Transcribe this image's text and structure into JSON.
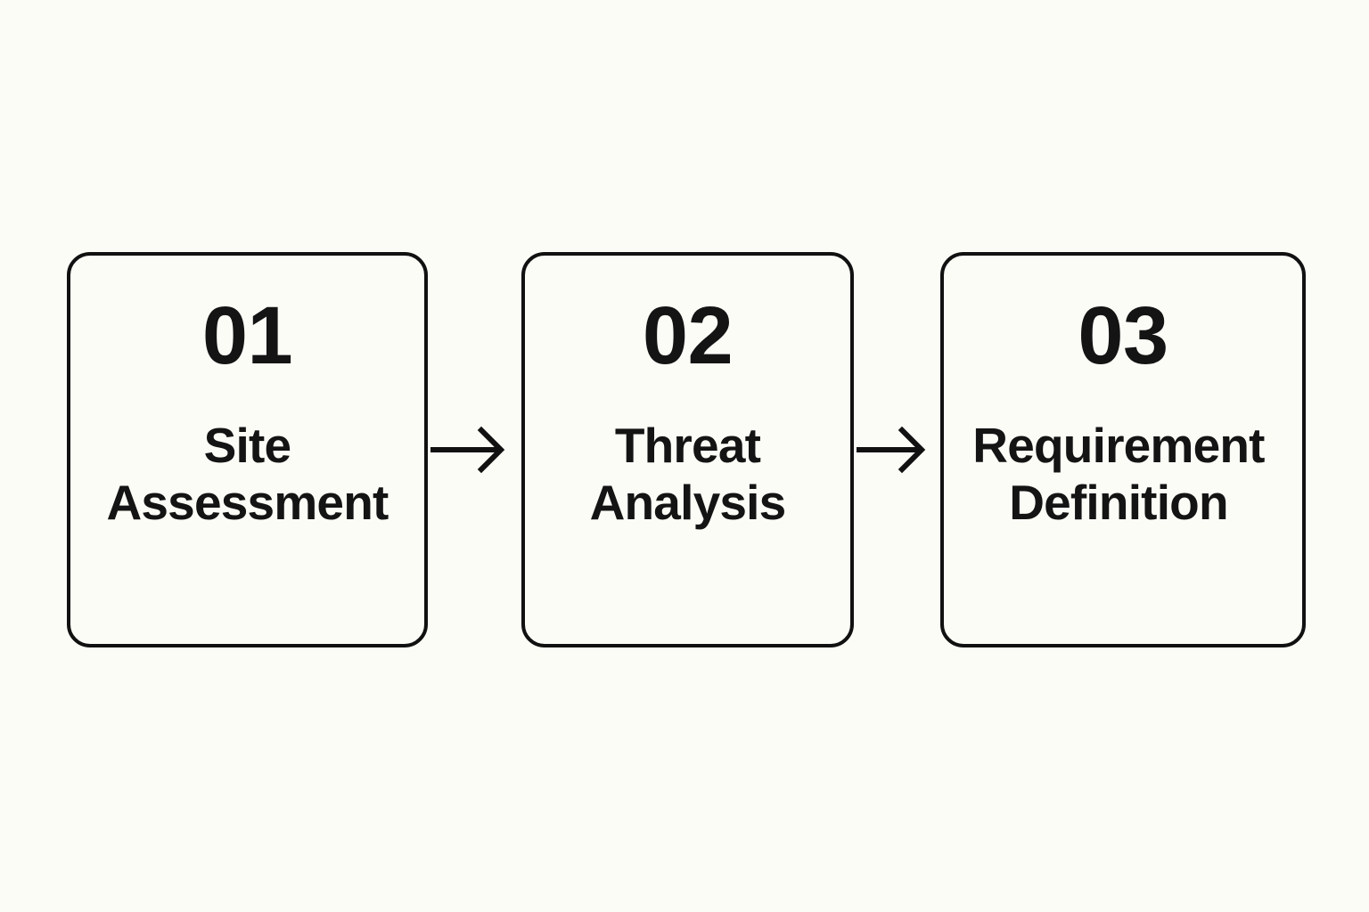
{
  "diagram": {
    "type": "linear-process-flow",
    "title": "",
    "background_color": "#FCFCF7",
    "stroke_color": "#111111",
    "text_color": "#141414",
    "steps": [
      {
        "number": "01",
        "label_line_1": "Site",
        "label_line_2": "Assessment",
        "full_label": "Site Assessment"
      },
      {
        "number": "02",
        "label_line_1": "Threat",
        "label_line_2": "Analysis",
        "full_label": "Threat Analysis"
      },
      {
        "number": "03",
        "label_line_1": "Requirement",
        "label_line_2": "Definition",
        "full_label": "Requirement Definition"
      }
    ],
    "connectors": [
      {
        "icon": "arrow-right-icon",
        "from": "01",
        "to": "02"
      },
      {
        "icon": "arrow-right-icon",
        "from": "02",
        "to": "03"
      }
    ]
  }
}
